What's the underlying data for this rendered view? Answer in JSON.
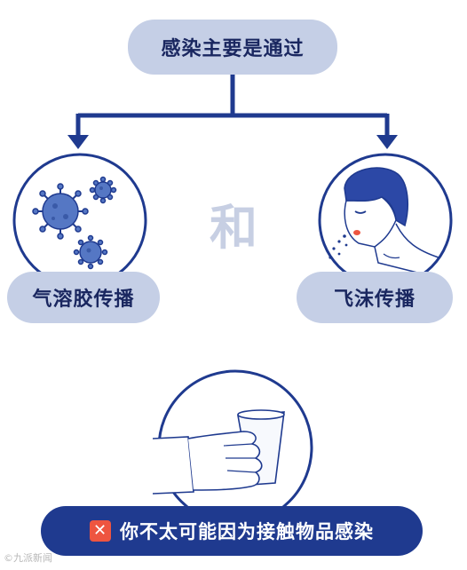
{
  "header": {
    "title": "感染主要是通过"
  },
  "branches": [
    {
      "label": "气溶胶传播",
      "icon": "virus-icon"
    },
    {
      "label": "飞沫传播",
      "icon": "sneezing-person-icon"
    }
  ],
  "connector": {
    "label": "和"
  },
  "footer": {
    "text": "你不太可能因为接触物品感染",
    "icon": "cross-icon"
  },
  "watermark": {
    "text": "©九派新闻"
  },
  "colors": {
    "navy": "#1f3a8f",
    "pill": "#c5cfe6",
    "accent_red": "#ee5540",
    "virus": "#5577c4"
  }
}
